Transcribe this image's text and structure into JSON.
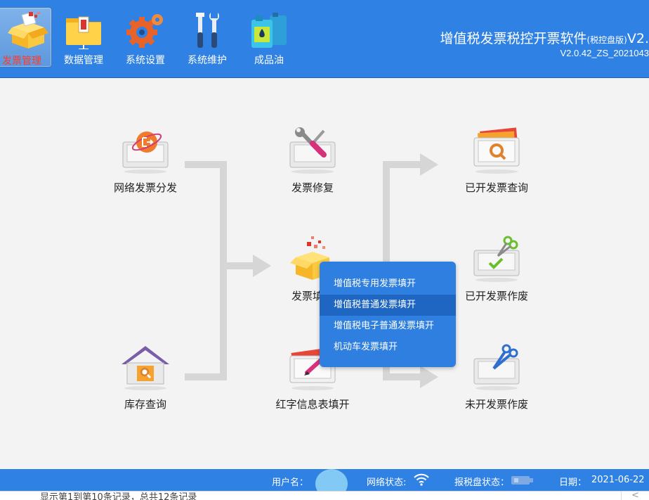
{
  "toolbar": {
    "items": [
      {
        "label": "发票管理",
        "icon": "invoice-box-icon",
        "active": true
      },
      {
        "label": "数据管理",
        "icon": "folder-icon"
      },
      {
        "label": "系统设置",
        "icon": "gear-icon"
      },
      {
        "label": "系统维护",
        "icon": "tools-icon"
      },
      {
        "label": "成品油",
        "icon": "oil-can-icon"
      }
    ]
  },
  "app": {
    "title": "增值税发票税控开票软件",
    "edition": "(税控盘版)",
    "title_suffix": "V2.",
    "version": "V2.0.42_ZS_2021043"
  },
  "tiles": {
    "network_distribution": {
      "label": "网络发票分发",
      "icon": "network-export-icon"
    },
    "invoice_repair": {
      "label": "发票修复",
      "icon": "wrench-screwdriver-icon"
    },
    "issued_query": {
      "label": "已开发票查询",
      "icon": "search-invoice-icon"
    },
    "invoice_fill": {
      "label": "发票填开",
      "icon": "open-box-icon"
    },
    "issued_void": {
      "label": "已开发票作废",
      "icon": "scissors-check-icon"
    },
    "inventory_query": {
      "label": "库存查询",
      "icon": "house-search-icon"
    },
    "red_info_fill": {
      "label": "红字信息表填开",
      "icon": "red-form-pen-icon"
    },
    "unissued_void": {
      "label": "未开发票作废",
      "icon": "scissors-blank-icon"
    }
  },
  "popup_menu": {
    "items": [
      {
        "label": "增值税专用发票填开"
      },
      {
        "label": "增值税普通发票填开",
        "hover": true
      },
      {
        "label": "增值税电子普通发票填开"
      },
      {
        "label": "机动车发票填开"
      }
    ]
  },
  "status_bar": {
    "user_label": "用户名：",
    "network_label": "网络状态:",
    "tax_disk_label": "报税盘状态：",
    "date_label": "日期：",
    "date_value": "2021-06-22"
  },
  "footer": {
    "record_info": "显示第1到第10条记录，总共12条记录",
    "prev_glyph": "<"
  },
  "colors": {
    "header_blue": "#2f82e4",
    "menu_blue": "#2e7fe0",
    "menu_hover": "#1f66c2",
    "active_label_red": "#ff3a2a",
    "flow_gray": "#d6d6d6"
  }
}
